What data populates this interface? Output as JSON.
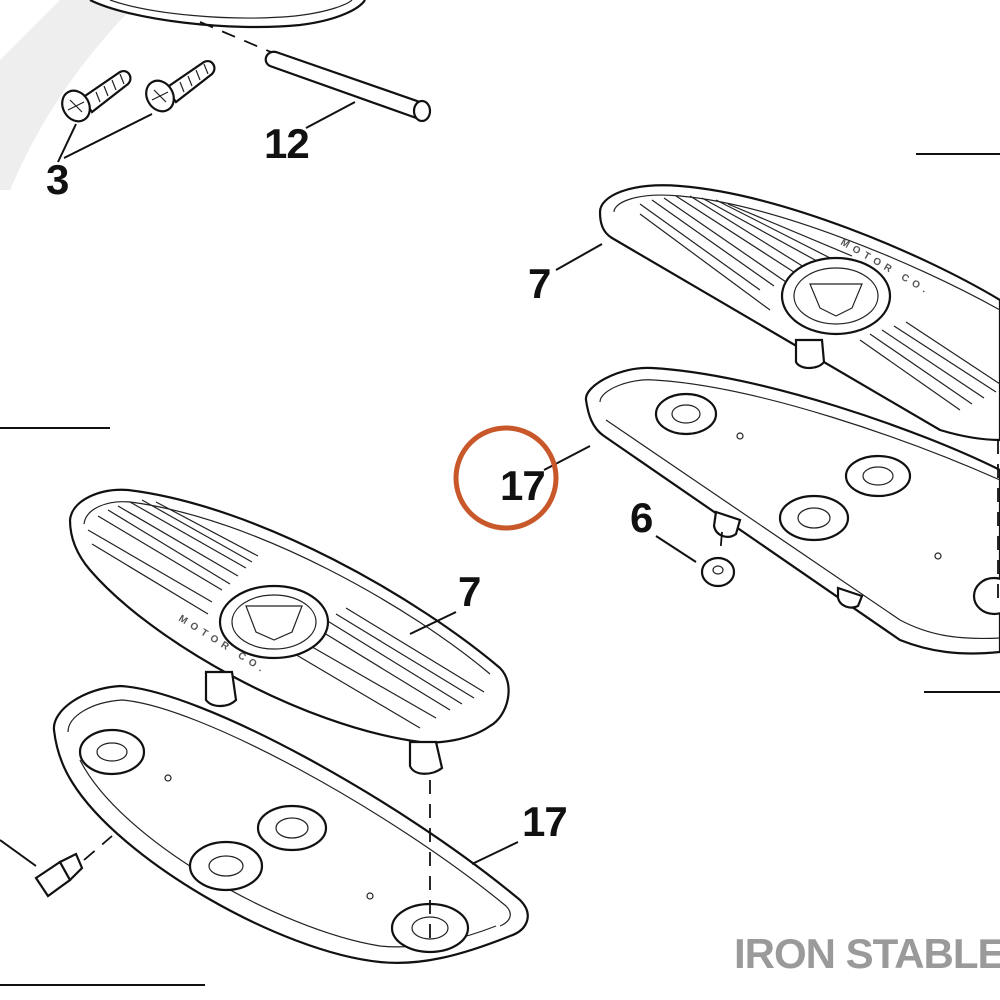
{
  "callouts": {
    "c3": "3",
    "c12": "12",
    "c7_upper": "7",
    "c17_highlighted": "17",
    "c6": "6",
    "c7_lower": "7",
    "c17_lower": "17"
  },
  "board_embossing": {
    "upper": "MOTOR CO.",
    "lower": "MOTOR CO."
  },
  "watermark": {
    "brand": "IRON STABLE"
  },
  "colors": {
    "highlight_circle": "#c8572a",
    "line_art": "#111111",
    "watermark_text": "#9a9a9a",
    "background": "#ffffff"
  }
}
